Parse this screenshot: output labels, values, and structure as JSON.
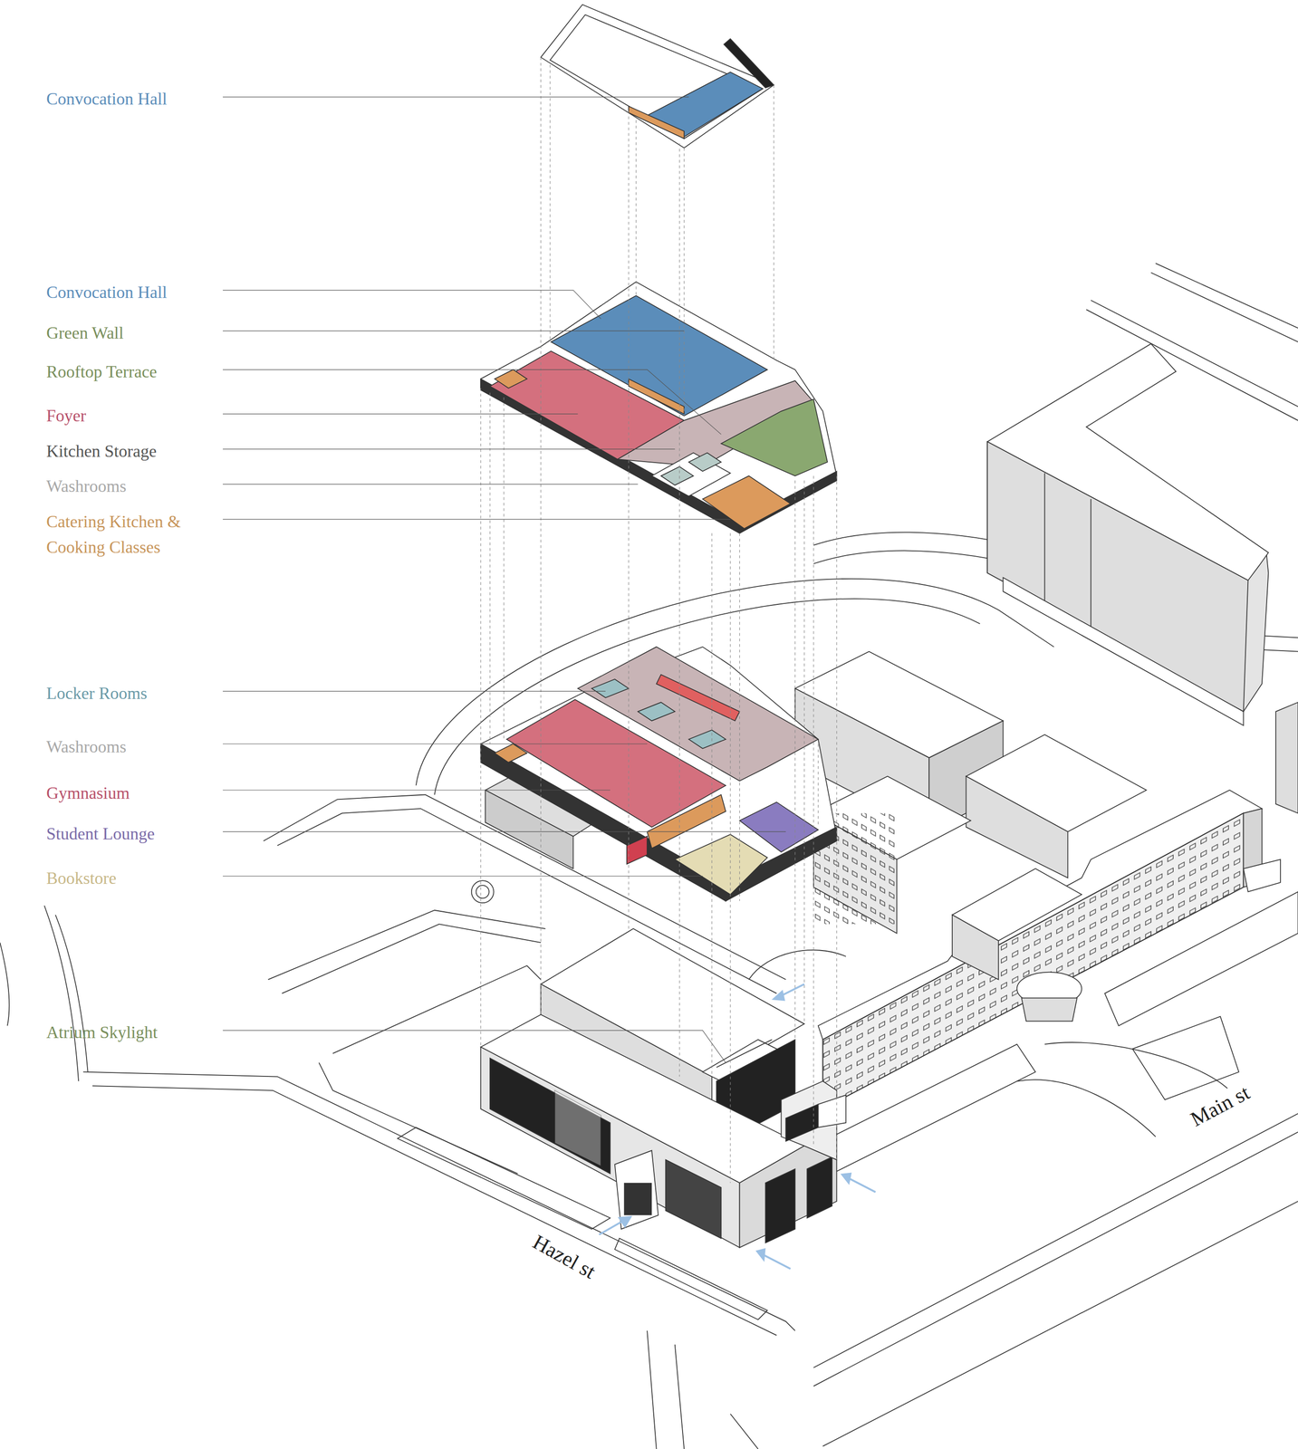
{
  "diagram": {
    "labels": [
      "Convocation Hall",
      "Convocation Hall",
      "Green Wall",
      "Rooftop Terrace",
      "Foyer",
      "Kitchen Storage",
      "Washrooms",
      "Catering Kitchen & Cooking Classes",
      "Locker Rooms",
      "Washrooms",
      "Gymnasium",
      "Student Lounge",
      "Bookstore",
      "Atrium Skylight",
      "Hazel st",
      "Main st"
    ]
  }
}
